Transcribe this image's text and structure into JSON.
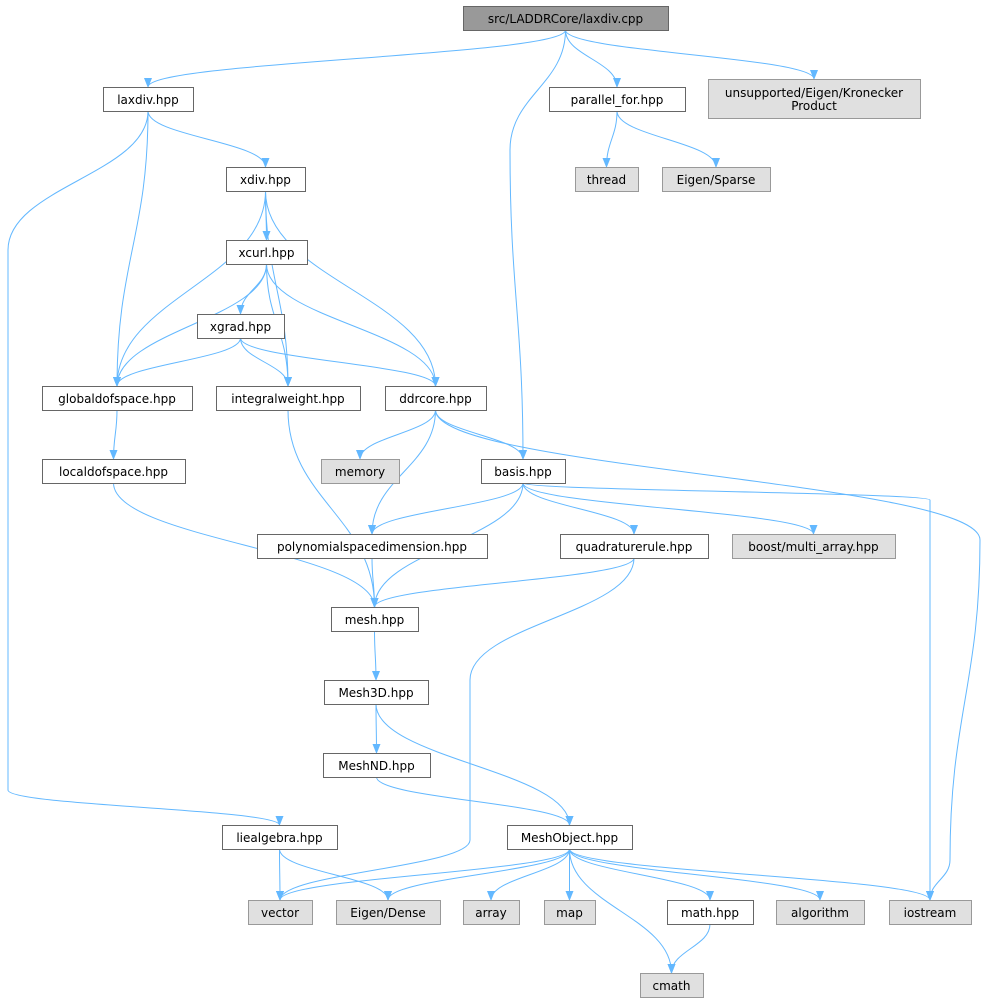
{
  "graph": {
    "title": "src/LADDRCore/laxdiv.cpp",
    "colors": {
      "edge": "#63b8ff",
      "root_fill": "#999999",
      "root_border": "#666666",
      "node_fill": "#ffffff",
      "node_border": "#666666",
      "external_fill": "#e0e0e0",
      "external_border": "#999999"
    },
    "nodes": [
      {
        "id": "root",
        "label": "src/LADDRCore/laxdiv.cpp",
        "kind": "root"
      },
      {
        "id": "laxdiv",
        "label": "laxdiv.hpp",
        "kind": "file"
      },
      {
        "id": "parallel_for",
        "label": "parallel_for.hpp",
        "kind": "file"
      },
      {
        "id": "kronecker",
        "label": "unsupported/Eigen/Kronecker\nProduct",
        "kind": "external"
      },
      {
        "id": "xdiv",
        "label": "xdiv.hpp",
        "kind": "file"
      },
      {
        "id": "thread",
        "label": "thread",
        "kind": "external"
      },
      {
        "id": "eigen_sparse",
        "label": "Eigen/Sparse",
        "kind": "external"
      },
      {
        "id": "xcurl",
        "label": "xcurl.hpp",
        "kind": "file"
      },
      {
        "id": "xgrad",
        "label": "xgrad.hpp",
        "kind": "file"
      },
      {
        "id": "globaldofspace",
        "label": "globaldofspace.hpp",
        "kind": "file"
      },
      {
        "id": "integralweight",
        "label": "integralweight.hpp",
        "kind": "file"
      },
      {
        "id": "ddrcore",
        "label": "ddrcore.hpp",
        "kind": "file"
      },
      {
        "id": "memory",
        "label": "memory",
        "kind": "external"
      },
      {
        "id": "basis",
        "label": "basis.hpp",
        "kind": "file"
      },
      {
        "id": "localdofspace",
        "label": "localdofspace.hpp",
        "kind": "file"
      },
      {
        "id": "polyspacedim",
        "label": "polynomialspacedimension.hpp",
        "kind": "file"
      },
      {
        "id": "quadraturerule",
        "label": "quadraturerule.hpp",
        "kind": "file"
      },
      {
        "id": "multi_array",
        "label": "boost/multi_array.hpp",
        "kind": "external"
      },
      {
        "id": "mesh",
        "label": "mesh.hpp",
        "kind": "file"
      },
      {
        "id": "mesh3d",
        "label": "Mesh3D.hpp",
        "kind": "file"
      },
      {
        "id": "meshnd",
        "label": "MeshND.hpp",
        "kind": "file"
      },
      {
        "id": "meshobject",
        "label": "MeshObject.hpp",
        "kind": "file"
      },
      {
        "id": "liealgebra",
        "label": "liealgebra.hpp",
        "kind": "file"
      },
      {
        "id": "vector",
        "label": "vector",
        "kind": "external"
      },
      {
        "id": "eigen_dense",
        "label": "Eigen/Dense",
        "kind": "external"
      },
      {
        "id": "array",
        "label": "array",
        "kind": "external"
      },
      {
        "id": "map",
        "label": "map",
        "kind": "external"
      },
      {
        "id": "math",
        "label": "math.hpp",
        "kind": "file"
      },
      {
        "id": "algorithm",
        "label": "algorithm",
        "kind": "external"
      },
      {
        "id": "iostream",
        "label": "iostream",
        "kind": "external"
      },
      {
        "id": "cmath",
        "label": "cmath",
        "kind": "external"
      }
    ],
    "edges": [
      [
        "root",
        "laxdiv"
      ],
      [
        "root",
        "basis"
      ],
      [
        "root",
        "parallel_for"
      ],
      [
        "root",
        "kronecker"
      ],
      [
        "laxdiv",
        "xdiv"
      ],
      [
        "laxdiv",
        "globaldofspace"
      ],
      [
        "laxdiv",
        "liealgebra"
      ],
      [
        "parallel_for",
        "thread"
      ],
      [
        "parallel_for",
        "eigen_sparse"
      ],
      [
        "xdiv",
        "xcurl"
      ],
      [
        "xdiv",
        "globaldofspace"
      ],
      [
        "xdiv",
        "integralweight"
      ],
      [
        "xdiv",
        "ddrcore"
      ],
      [
        "xcurl",
        "xgrad"
      ],
      [
        "xcurl",
        "globaldofspace"
      ],
      [
        "xcurl",
        "integralweight"
      ],
      [
        "xcurl",
        "ddrcore"
      ],
      [
        "xgrad",
        "globaldofspace"
      ],
      [
        "xgrad",
        "integralweight"
      ],
      [
        "xgrad",
        "ddrcore"
      ],
      [
        "globaldofspace",
        "localdofspace"
      ],
      [
        "integralweight",
        "mesh"
      ],
      [
        "ddrcore",
        "memory"
      ],
      [
        "ddrcore",
        "basis"
      ],
      [
        "ddrcore",
        "polyspacedim"
      ],
      [
        "ddrcore",
        "iostream"
      ],
      [
        "localdofspace",
        "mesh"
      ],
      [
        "basis",
        "polyspacedim"
      ],
      [
        "basis",
        "mesh"
      ],
      [
        "basis",
        "quadraturerule"
      ],
      [
        "basis",
        "multi_array"
      ],
      [
        "basis",
        "iostream"
      ],
      [
        "polyspacedim",
        "mesh"
      ],
      [
        "quadraturerule",
        "mesh"
      ],
      [
        "quadraturerule",
        "vector"
      ],
      [
        "mesh",
        "mesh3d"
      ],
      [
        "mesh3d",
        "meshnd"
      ],
      [
        "mesh3d",
        "meshobject"
      ],
      [
        "meshnd",
        "meshobject"
      ],
      [
        "liealgebra",
        "vector"
      ],
      [
        "liealgebra",
        "eigen_dense"
      ],
      [
        "meshobject",
        "vector"
      ],
      [
        "meshobject",
        "eigen_dense"
      ],
      [
        "meshobject",
        "array"
      ],
      [
        "meshobject",
        "map"
      ],
      [
        "meshobject",
        "cmath"
      ],
      [
        "meshobject",
        "math"
      ],
      [
        "meshobject",
        "algorithm"
      ],
      [
        "meshobject",
        "iostream"
      ],
      [
        "math",
        "cmath"
      ]
    ]
  }
}
